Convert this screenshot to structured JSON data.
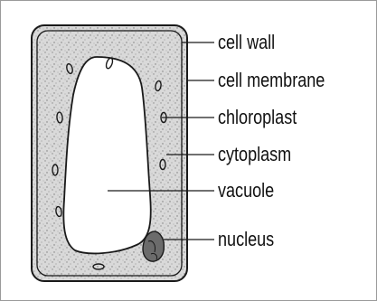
{
  "diagram": {
    "labels": {
      "cell_wall": "cell wall",
      "cell_membrane": "cell membrane",
      "chloroplast": "chloroplast",
      "cytoplasm": "cytoplasm",
      "vacuole": "vacuole",
      "nucleus": "nucleus"
    },
    "colors": {
      "cytoplasm_fill": "#d6d6d6",
      "vacuole_fill": "#ffffff",
      "outline": "#1a1a1a",
      "nucleus_fill": "#6b6b6b"
    }
  }
}
